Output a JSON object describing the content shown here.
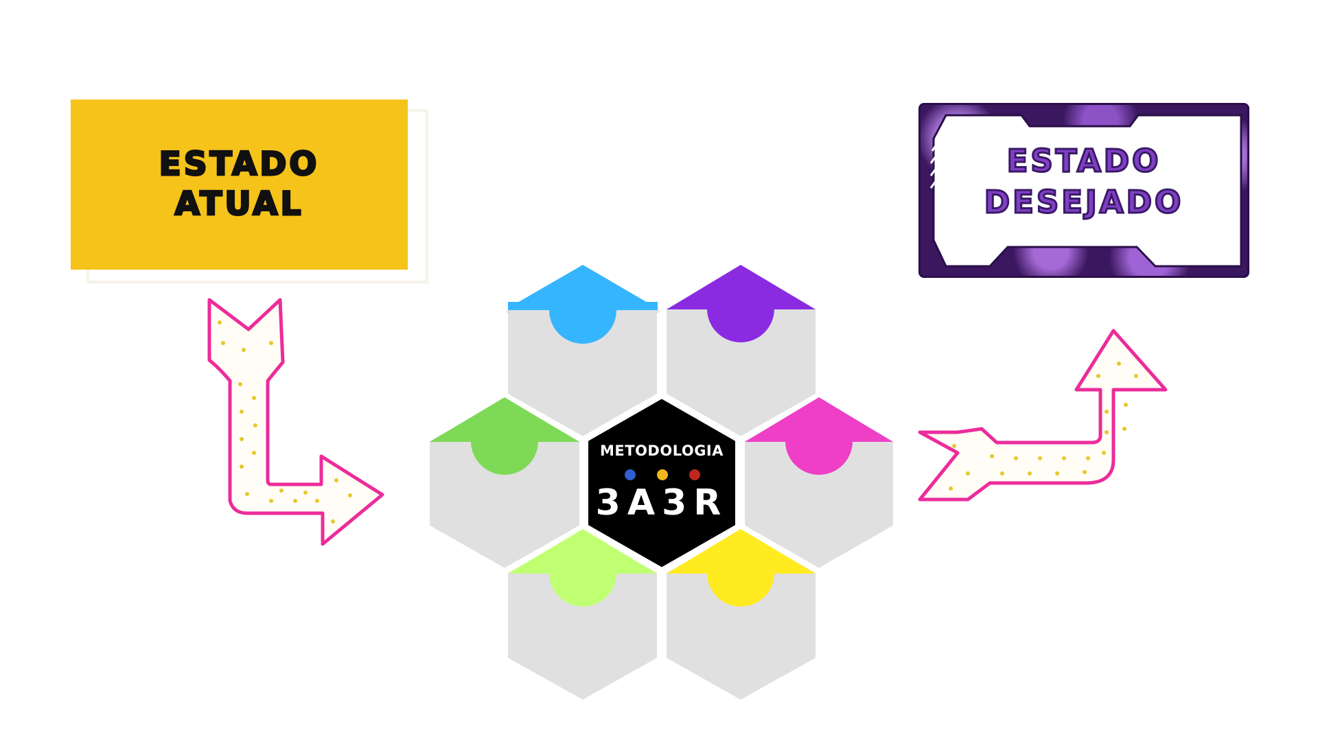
{
  "estado_atual": {
    "line1": "ESTADO",
    "line2": "ATUAL"
  },
  "estado_desejado": {
    "line1": "ESTADO",
    "line2": "DESEJADO"
  },
  "center": {
    "label": "METODOLOGIA",
    "code": "3A3R"
  },
  "colors": {
    "atual_fill": "#f6c31b",
    "desejado_text": "#7f3fc4",
    "arrow_outline": "#ec2c9a",
    "arrow_dots": "#e6c82a",
    "hex_body": "#e0e0e0",
    "hex_center": "#000000",
    "segment_colors": [
      "#36b5ff",
      "#8a2be2",
      "#7ed957",
      "#ee3fc6",
      "#c1ff72",
      "#ffeb1f"
    ],
    "dot_colors": [
      "#2f5fd0",
      "#f2b51b",
      "#c0271f"
    ]
  },
  "icons": [
    "arrow-down-right-icon",
    "arrow-right-up-icon"
  ]
}
